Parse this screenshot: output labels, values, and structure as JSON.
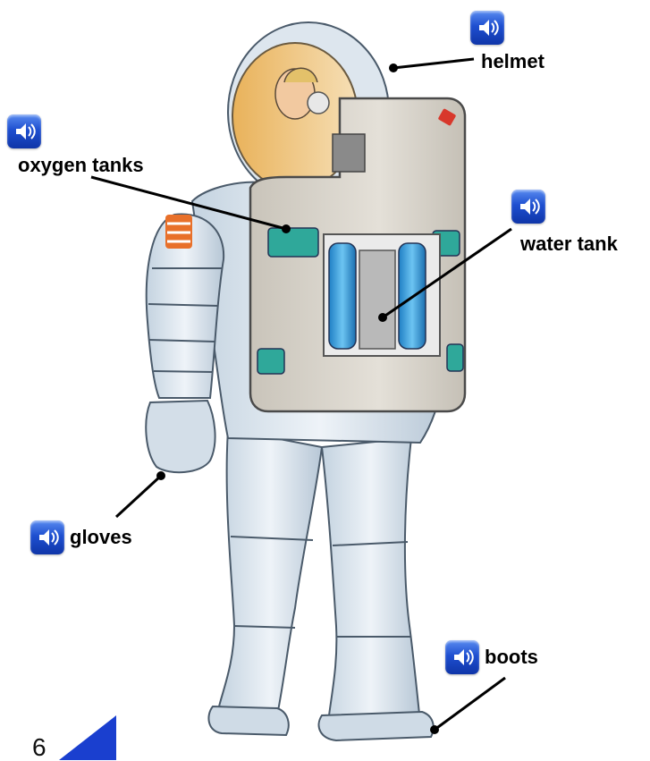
{
  "labels": {
    "helmet": "helmet",
    "oxygen_tanks": "oxygen tanks",
    "water_tank": "water tank",
    "gloves": "gloves",
    "boots": "boots"
  },
  "page_number": "6",
  "icons": {
    "audio": "speaker-icon"
  },
  "colors": {
    "audio_button": "#1e4fd0",
    "page_corner": "#1a3fcf",
    "suit": "#dfe8f0",
    "backpack": "#d8d3c9",
    "tanks": "#3aa0e0"
  }
}
